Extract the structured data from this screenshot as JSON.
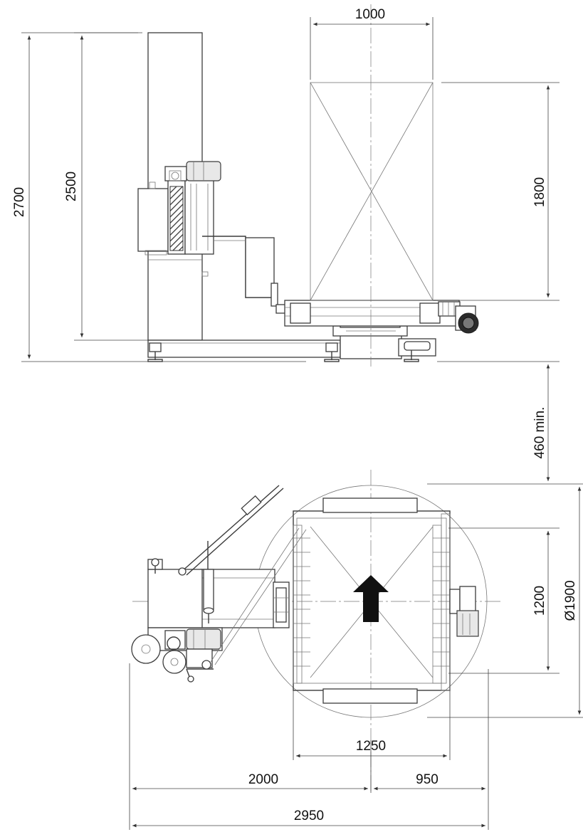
{
  "dimensions": {
    "total_height": "2700",
    "column_height": "2500",
    "load_width": "1000",
    "load_height": "1800",
    "min_clearance": "460 min.",
    "load_length": "1200",
    "turntable_diameter": "Ø1900",
    "conveyor_width": "1250",
    "machine_to_center": "2000",
    "center_to_edge": "950",
    "overall_length": "2950"
  },
  "colors": {
    "line": "#3c3c3c",
    "arrow": "#111111"
  }
}
